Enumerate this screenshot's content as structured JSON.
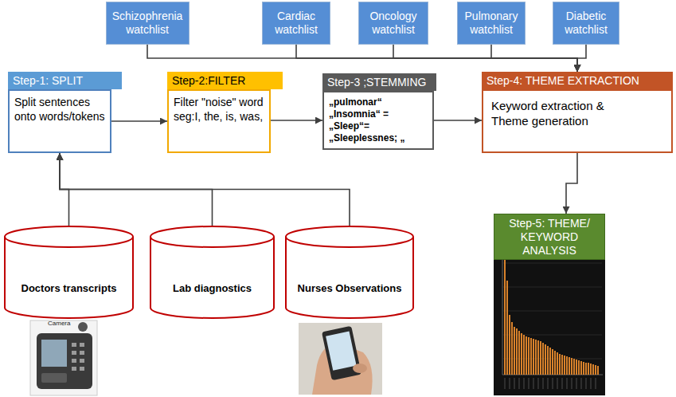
{
  "diagram": {
    "nodes": [
      {
        "text": [
          "Schizophrenia watchlist"
        ]
      },
      {
        "text": [
          "Cardiac watchlist"
        ]
      },
      {
        "text": [
          "Oncology watchlist"
        ]
      },
      {
        "text": [
          "Pulmonary watchlist"
        ]
      },
      {
        "text": [
          "Diabetic watchlist"
        ]
      },
      {
        "text": [
          "Step-1: SPLIT",
          "Split sentences onto words/tokens"
        ]
      },
      {
        "text": [
          "Step-2:FILTER",
          "Filter \"noise\" word seg:I, the, is, was,"
        ]
      },
      {
        "text": [
          "Step-3 ;STEMMING",
          "„pulmonar“ „Insomnia“ = „Sleep“= „Sleeplessnes; „"
        ]
      },
      {
        "text": [
          "Step-4: THEME EXTRACTION",
          "Keyword extraction & Theme generation"
        ]
      },
      {
        "text": [
          "Step-5: THEME/ KEYWORD ANALYSIS"
        ]
      },
      {
        "text": [
          "Doctors transcripts"
        ]
      },
      {
        "text": [
          "Lab diagnostics"
        ]
      },
      {
        "text": [
          "Nurses Observations"
        ]
      }
    ],
    "edges": [
      {
        "from": 5,
        "to": 6,
        "arrow": "to"
      },
      {
        "from": 6,
        "to": 7,
        "arrow": "to"
      },
      {
        "from": 7,
        "to": 8,
        "arrow": "to"
      },
      {
        "from": 0,
        "to": 8,
        "arrow": "to"
      },
      {
        "from": 1,
        "to": 8,
        "arrow": "to"
      },
      {
        "from": 2,
        "to": 8,
        "arrow": "to"
      },
      {
        "from": 3,
        "to": 8,
        "arrow": "to"
      },
      {
        "from": 4,
        "to": 8,
        "arrow": "to"
      },
      {
        "from": 8,
        "to": 9,
        "arrow": "to"
      },
      {
        "from": 10,
        "to": 5,
        "arrow": "to"
      },
      {
        "from": 11,
        "to": 5,
        "arrow": "to"
      },
      {
        "from": 12,
        "to": 5,
        "arrow": "to"
      }
    ],
    "labels": [
      "Camera"
    ]
  }
}
